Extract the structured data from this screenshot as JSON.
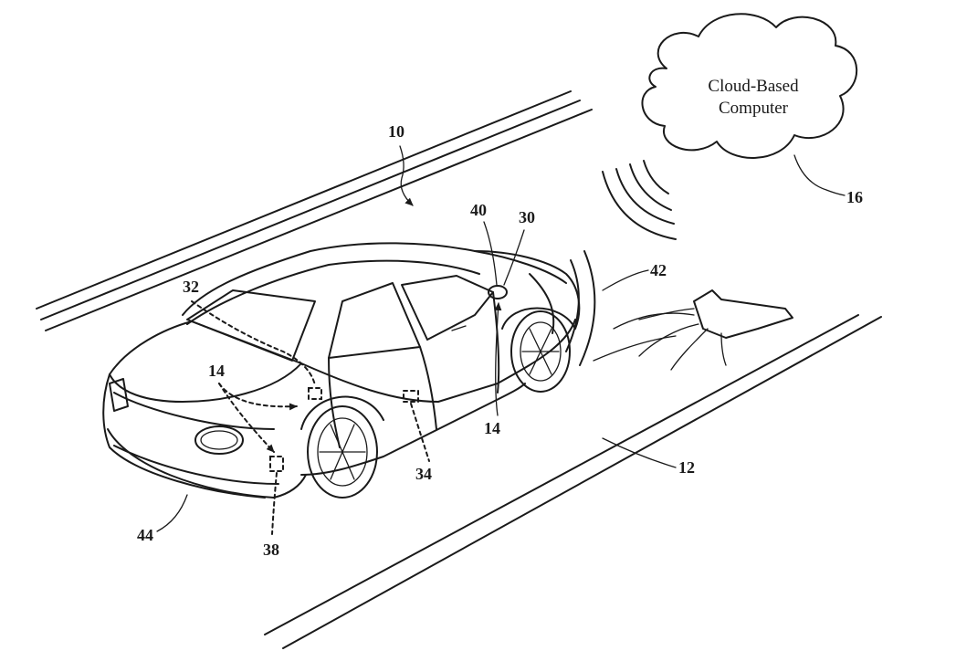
{
  "cloud": {
    "line1": "Cloud-Based",
    "line2": "Computer"
  },
  "refs": {
    "r10": "10",
    "r16": "16",
    "r40": "40",
    "r30": "30",
    "r42": "42",
    "r32": "32",
    "r14_rear": "14",
    "r14_front": "14",
    "r12": "12",
    "r34": "34",
    "r38": "38",
    "r44": "44"
  }
}
